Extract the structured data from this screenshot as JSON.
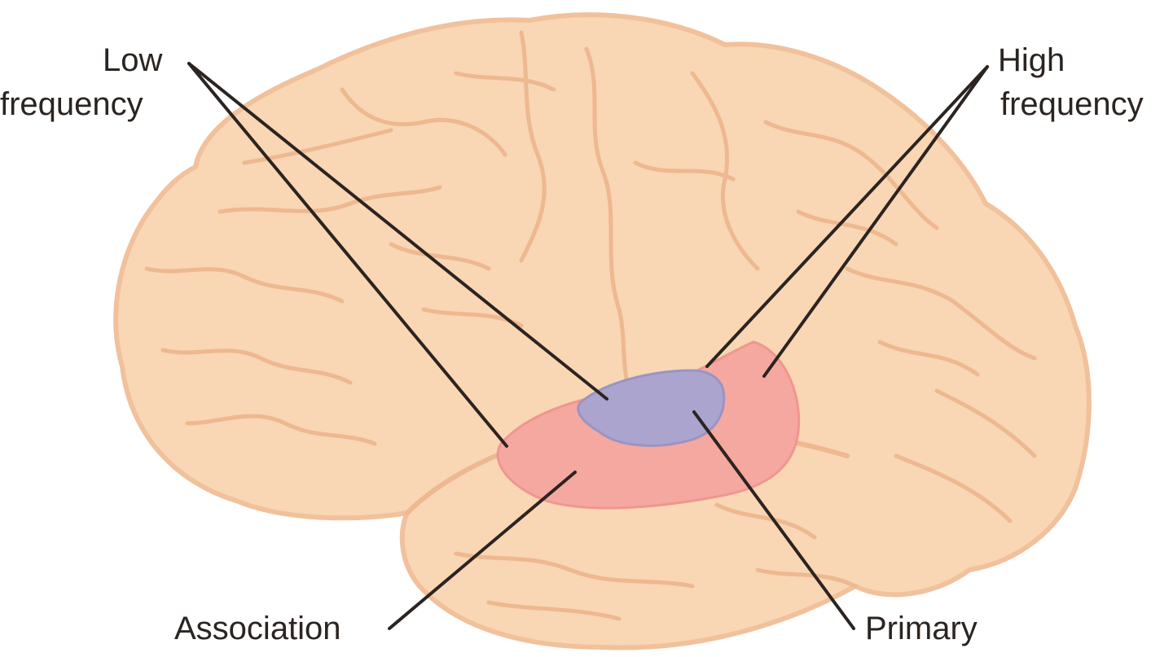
{
  "labels": {
    "low_frequency": {
      "line1": "Low",
      "line2": "frequency"
    },
    "high_frequency": {
      "line1": "High",
      "line2": "frequency"
    },
    "association": "Association",
    "primary": "Primary"
  },
  "colors": {
    "brain_fill": "#f9d6b4",
    "brain_outline": "#f1c19c",
    "sulci": "#eeb890",
    "association_cortex": "#f4a8a0",
    "primary_cortex": "#aaa4cf",
    "leader_lines": "#2b2420",
    "background": "#ffffff"
  }
}
